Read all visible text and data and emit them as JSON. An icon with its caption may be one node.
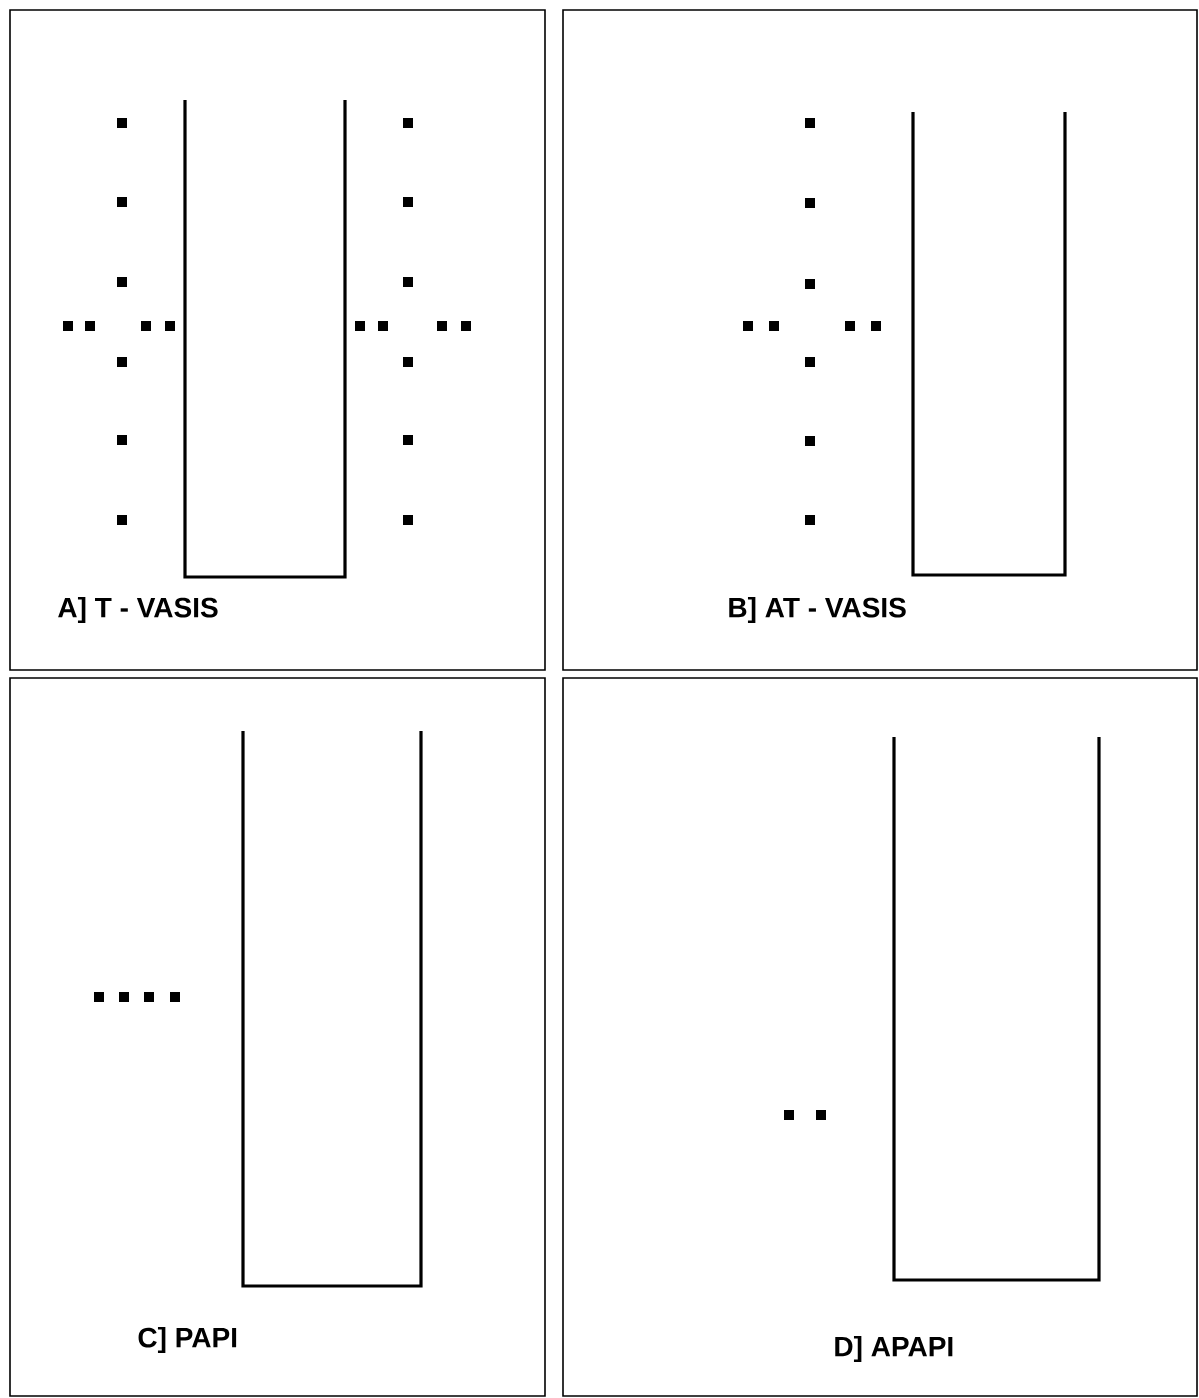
{
  "diagram": {
    "nodes": [
      {
        "text": [
          "A] T - VASIS"
        ]
      },
      {
        "text": [
          "B] AT - VASIS"
        ]
      },
      {
        "text": [
          "C] PAPI"
        ]
      },
      {
        "text": [
          "D] APAPI"
        ]
      }
    ]
  }
}
